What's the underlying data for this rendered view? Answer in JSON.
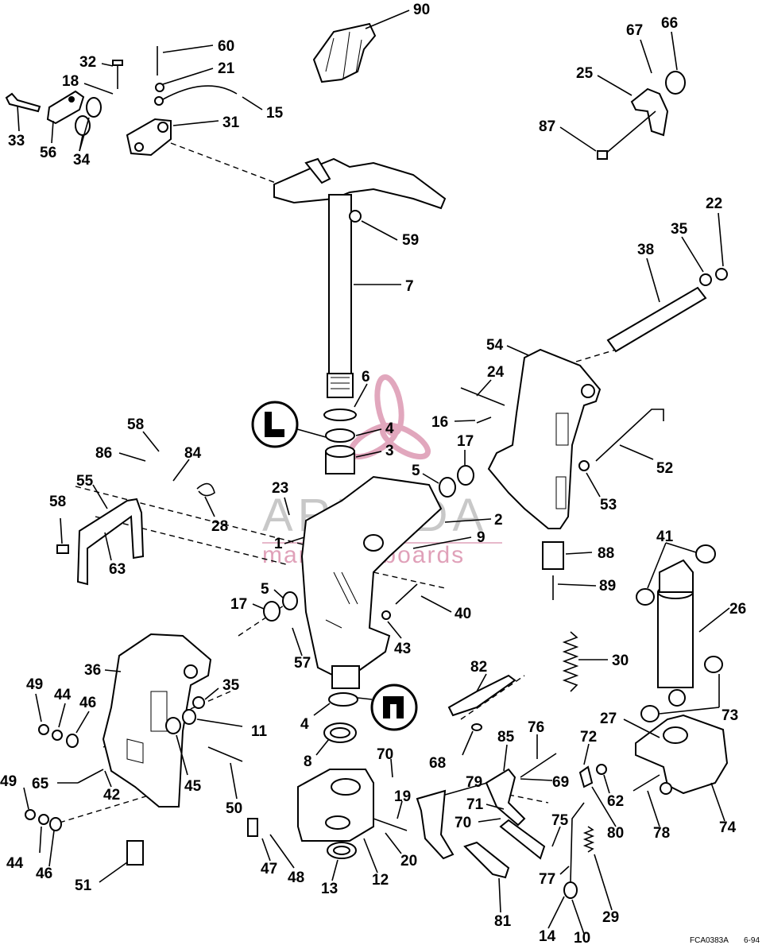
{
  "watermark": {
    "brand": "ARMADA",
    "tagline": "marineoutboards",
    "accent_color": "#d88aa8"
  },
  "footer": {
    "drawing_code": "FCA0383A",
    "date": "6-94"
  },
  "callouts": [
    {
      "id": "c90",
      "label": "90"
    },
    {
      "id": "c60",
      "label": "60"
    },
    {
      "id": "c32",
      "label": "32"
    },
    {
      "id": "c21",
      "label": "21"
    },
    {
      "id": "c18",
      "label": "18"
    },
    {
      "id": "c15",
      "label": "15"
    },
    {
      "id": "c31",
      "label": "31"
    },
    {
      "id": "c33",
      "label": "33"
    },
    {
      "id": "c56",
      "label": "56"
    },
    {
      "id": "c34",
      "label": "34"
    },
    {
      "id": "c67",
      "label": "67"
    },
    {
      "id": "c66",
      "label": "66"
    },
    {
      "id": "c25",
      "label": "25"
    },
    {
      "id": "c87",
      "label": "87"
    },
    {
      "id": "c22",
      "label": "22"
    },
    {
      "id": "c35a",
      "label": "35"
    },
    {
      "id": "c38",
      "label": "38"
    },
    {
      "id": "c59",
      "label": "59"
    },
    {
      "id": "c7",
      "label": "7"
    },
    {
      "id": "c54",
      "label": "54"
    },
    {
      "id": "c24",
      "label": "24"
    },
    {
      "id": "c6",
      "label": "6"
    },
    {
      "id": "c16",
      "label": "16"
    },
    {
      "id": "c17a",
      "label": "17"
    },
    {
      "id": "c4a",
      "label": "4"
    },
    {
      "id": "c3",
      "label": "3"
    },
    {
      "id": "c5a",
      "label": "5"
    },
    {
      "id": "c52",
      "label": "52"
    },
    {
      "id": "c58a",
      "label": "58"
    },
    {
      "id": "c86",
      "label": "86"
    },
    {
      "id": "c84",
      "label": "84"
    },
    {
      "id": "c55",
      "label": "55"
    },
    {
      "id": "c28",
      "label": "28"
    },
    {
      "id": "c53",
      "label": "53"
    },
    {
      "id": "c23",
      "label": "23"
    },
    {
      "id": "c2",
      "label": "2"
    },
    {
      "id": "c58b",
      "label": "58"
    },
    {
      "id": "c63",
      "label": "63"
    },
    {
      "id": "c9",
      "label": "9"
    },
    {
      "id": "c1",
      "label": "1"
    },
    {
      "id": "c88",
      "label": "88"
    },
    {
      "id": "c41",
      "label": "41"
    },
    {
      "id": "c89",
      "label": "89"
    },
    {
      "id": "c5b",
      "label": "5"
    },
    {
      "id": "c17b",
      "label": "17"
    },
    {
      "id": "c40",
      "label": "40"
    },
    {
      "id": "c26",
      "label": "26"
    },
    {
      "id": "c43",
      "label": "43"
    },
    {
      "id": "c57",
      "label": "57"
    },
    {
      "id": "c36",
      "label": "36"
    },
    {
      "id": "c30",
      "label": "30"
    },
    {
      "id": "c82",
      "label": "82"
    },
    {
      "id": "c35b",
      "label": "35"
    },
    {
      "id": "c49a",
      "label": "49"
    },
    {
      "id": "c44a",
      "label": "44"
    },
    {
      "id": "c46a",
      "label": "46"
    },
    {
      "id": "c73",
      "label": "73"
    },
    {
      "id": "c4b",
      "label": "4"
    },
    {
      "id": "c11",
      "label": "11"
    },
    {
      "id": "c27",
      "label": "27"
    },
    {
      "id": "c76",
      "label": "76"
    },
    {
      "id": "c8",
      "label": "8"
    },
    {
      "id": "c85",
      "label": "85"
    },
    {
      "id": "c72",
      "label": "72"
    },
    {
      "id": "c68",
      "label": "68"
    },
    {
      "id": "c70a",
      "label": "70"
    },
    {
      "id": "c45",
      "label": "45"
    },
    {
      "id": "c42",
      "label": "42"
    },
    {
      "id": "c65",
      "label": "65"
    },
    {
      "id": "c49b",
      "label": "49"
    },
    {
      "id": "c79",
      "label": "79"
    },
    {
      "id": "c69",
      "label": "69"
    },
    {
      "id": "c62",
      "label": "62"
    },
    {
      "id": "c19",
      "label": "19"
    },
    {
      "id": "c50",
      "label": "50"
    },
    {
      "id": "c71",
      "label": "71"
    },
    {
      "id": "c78",
      "label": "78"
    },
    {
      "id": "c80",
      "label": "80"
    },
    {
      "id": "c74",
      "label": "74"
    },
    {
      "id": "c70b",
      "label": "70"
    },
    {
      "id": "c75",
      "label": "75"
    },
    {
      "id": "c44b",
      "label": "44"
    },
    {
      "id": "c47",
      "label": "47"
    },
    {
      "id": "c48",
      "label": "48"
    },
    {
      "id": "c20",
      "label": "20"
    },
    {
      "id": "c46b",
      "label": "46"
    },
    {
      "id": "c13",
      "label": "13"
    },
    {
      "id": "c12",
      "label": "12"
    },
    {
      "id": "c51",
      "label": "51"
    },
    {
      "id": "c77",
      "label": "77"
    },
    {
      "id": "c29",
      "label": "29"
    },
    {
      "id": "c81",
      "label": "81"
    },
    {
      "id": "c14",
      "label": "14"
    },
    {
      "id": "c10",
      "label": "10"
    }
  ],
  "symbols": [
    {
      "id": "lubricant-symbol-a",
      "icon": "grease-gun-symbol"
    },
    {
      "id": "lubricant-symbol-b",
      "icon": "grease-gun-symbol"
    }
  ]
}
